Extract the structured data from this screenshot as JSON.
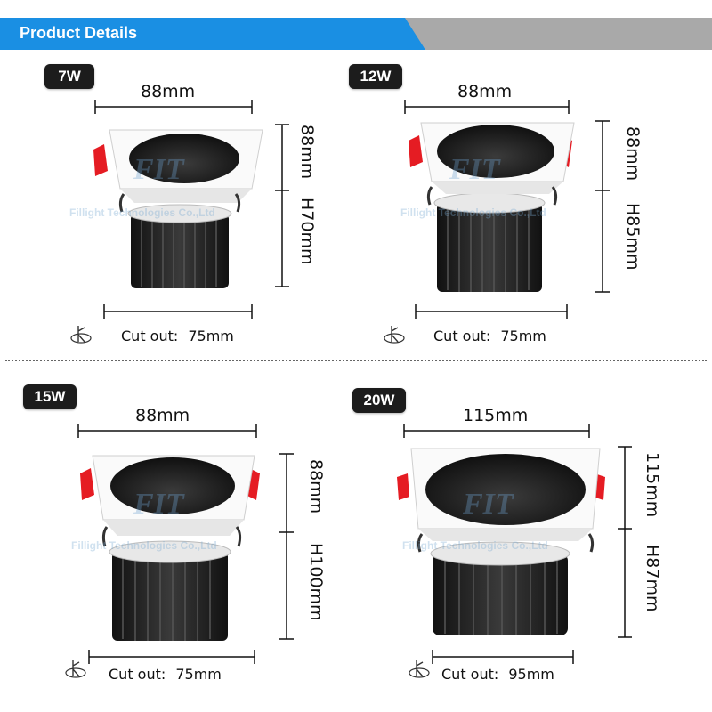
{
  "header": {
    "title": "Product Details",
    "color_blue": "#1a8fe3",
    "color_gray": "#a9a9a9"
  },
  "watermark": {
    "logo": "FIT",
    "text": "Fillight Technologies Co.,Ltd"
  },
  "panels": [
    {
      "badge": "7W",
      "width": "88mm",
      "depth": "88mm",
      "height": "H70mm",
      "cutout_label": "Cut out:",
      "cutout_value": "75mm"
    },
    {
      "badge": "12W",
      "width": "88mm",
      "depth": "88mm",
      "height": "H85mm",
      "cutout_label": "Cut out:",
      "cutout_value": "75mm"
    },
    {
      "badge": "15W",
      "width": "88mm",
      "depth": "88mm",
      "height": "H100mm",
      "cutout_label": "Cut out:",
      "cutout_value": "75mm"
    },
    {
      "badge": "20W",
      "width": "115mm",
      "depth": "115mm",
      "height": "H87mm",
      "cutout_label": "Cut out:",
      "cutout_value": "95mm"
    }
  ]
}
